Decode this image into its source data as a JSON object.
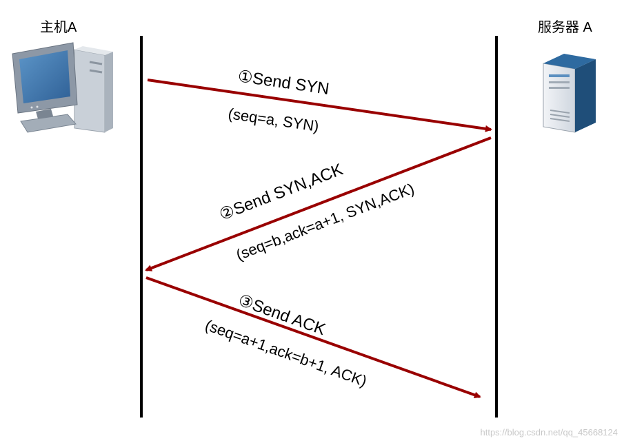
{
  "host": {
    "label": "主机A"
  },
  "server": {
    "label": "服务器 A"
  },
  "steps": [
    {
      "title": "①Send SYN",
      "detail": "(seq=a, SYN)"
    },
    {
      "title": "②Send SYN,ACK",
      "detail": "(seq=b,ack=a+1, SYN,ACK)"
    },
    {
      "title": "③Send ACK",
      "detail": "(seq=a+1,ack=b+1, ACK)"
    }
  ],
  "watermark": "https://blog.csdn.net/qq_45668124",
  "colors": {
    "arrow": "#990000",
    "lifeline": "#000000"
  },
  "icons": {
    "host": "desktop-computer-icon",
    "server": "tower-server-icon"
  }
}
